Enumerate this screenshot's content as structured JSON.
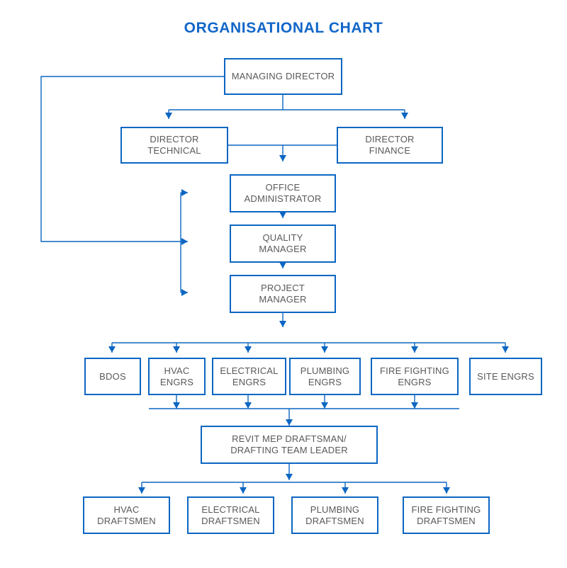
{
  "title": "ORGANISATIONAL CHART",
  "colors": {
    "accent": "#0c66c2",
    "title": "#1266c9",
    "text": "#58595b",
    "background": "#ffffff"
  },
  "chart_data": {
    "type": "diagram",
    "title": "ORGANISATIONAL CHART",
    "levels": [
      {
        "level": 1,
        "nodes": [
          "MANAGING DIRECTOR"
        ]
      },
      {
        "level": 2,
        "nodes": [
          "DIRECTOR TECHNICAL",
          "DIRECTOR FINANCE"
        ]
      },
      {
        "level": 3,
        "nodes": [
          "OFFICE ADMINISTRATOR",
          "QUALITY MANAGER",
          "PROJECT MANAGER"
        ]
      },
      {
        "level": 4,
        "nodes": [
          "BDOS",
          "HVAC ENGRS",
          "ELECTRICAL ENGRS",
          "PLUMBING ENGRS",
          "FIRE FIGHTING ENGRS",
          "SITE ENGRS"
        ]
      },
      {
        "level": 5,
        "nodes": [
          "REVIT MEP DRAFTSMAN/ DRAFTING TEAM LEADER"
        ]
      },
      {
        "level": 6,
        "nodes": [
          "HVAC DRAFTSMEN",
          "ELECTRICAL DRAFTSMEN",
          "PLUMBING DRAFTSMEN",
          "FIRE FIGHTING DRAFTSMEN"
        ]
      }
    ]
  },
  "nodes": {
    "managing_director": "MANAGING DIRECTOR",
    "director_technical": "DIRECTOR\nTECHNICAL",
    "director_finance": "DIRECTOR\nFINANCE",
    "office_administrator": "OFFICE\nADMINISTRATOR",
    "quality_manager": "QUALITY\nMANAGER",
    "project_manager": "PROJECT\nMANAGER",
    "bdos": "BDOS",
    "hvac_engrs": "HVAC\nENGRS",
    "electrical_engrs": "ELECTRICAL\nENGRS",
    "plumbing_engrs": "PLUMBING\nENGRS",
    "fire_fighting_engrs": "FIRE FIGHTING\nENGRS",
    "site_engrs": "SITE ENGRS",
    "revit_mep_draftsman": "REVIT MEP DRAFTSMAN/\nDRAFTING TEAM LEADER",
    "hvac_draftsmen": "HVAC\nDRAFTSMEN",
    "electrical_draftsmen": "ELECTRICAL\nDRAFTSMEN",
    "plumbing_draftsmen": "PLUMBING\nDRAFTSMEN",
    "fire_fighting_draftsmen": "FIRE FIGHTING\nDRAFTSMEN"
  }
}
